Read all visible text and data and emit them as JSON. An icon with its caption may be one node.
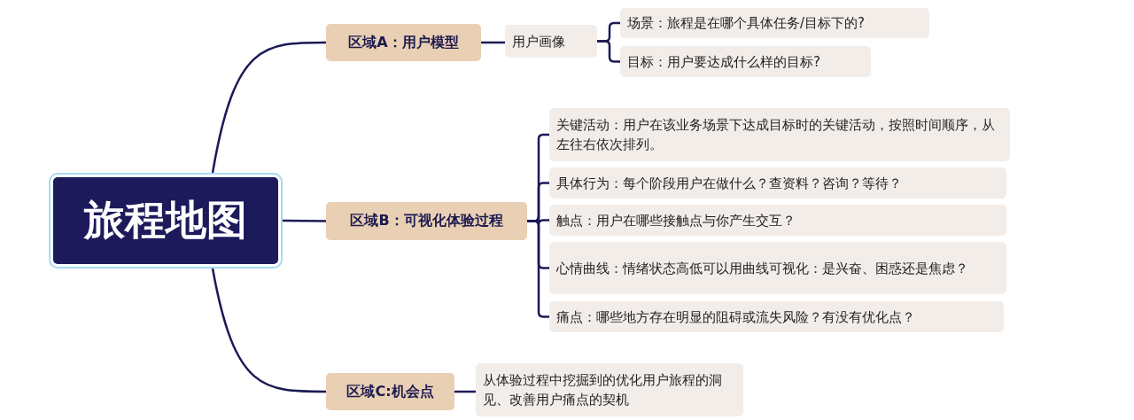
{
  "diagram": {
    "nodes": [
      {
        "text": [
          "旅程地图"
        ]
      },
      {
        "text": [
          "区域A：用户模型"
        ]
      },
      {
        "text": [
          "用户画像"
        ]
      },
      {
        "text": [
          "场景：旅程是在哪个具体任务/目标下的?"
        ]
      },
      {
        "text": [
          "目标：用户要达成什么样的目标?"
        ]
      },
      {
        "text": [
          "区域B：可视化体验过程"
        ]
      },
      {
        "text": [
          "关键活动：用户在该业务场景下达成目标时的关键活动，按照时间顺序，从左往右依次排列。"
        ]
      },
      {
        "text": [
          "具体行为：每个阶段用户在做什么？查资料？咨询？等待？"
        ]
      },
      {
        "text": [
          "触点：用户在哪些接触点与你产生交互？"
        ]
      },
      {
        "text": [
          "心情曲线：情绪状态高低可以用曲线可视化：是兴奋、困惑还是焦虑？"
        ]
      },
      {
        "text": [
          "痛点：哪些地方存在明显的阻碍或流失风险？有没有优化点？"
        ]
      },
      {
        "text": [
          "区域C:机会点"
        ]
      },
      {
        "text": [
          "从体验过程中挖掘到的优化用户旅程的洞见、改善用户痛点的契机"
        ]
      }
    ],
    "edges": [
      {
        "from": 0,
        "to": 1,
        "arrow": "none"
      },
      {
        "from": 0,
        "to": 5,
        "arrow": "none"
      },
      {
        "from": 0,
        "to": 11,
        "arrow": "none"
      },
      {
        "from": 1,
        "to": 2,
        "arrow": "none"
      },
      {
        "from": 2,
        "to": 3,
        "arrow": "none"
      },
      {
        "from": 2,
        "to": 4,
        "arrow": "none"
      },
      {
        "from": 5,
        "to": 6,
        "arrow": "none"
      },
      {
        "from": 5,
        "to": 7,
        "arrow": "none"
      },
      {
        "from": 5,
        "to": 8,
        "arrow": "none"
      },
      {
        "from": 5,
        "to": 9,
        "arrow": "none"
      },
      {
        "from": 5,
        "to": 10,
        "arrow": "none"
      },
      {
        "from": 11,
        "to": 12,
        "arrow": "none"
      }
    ]
  }
}
